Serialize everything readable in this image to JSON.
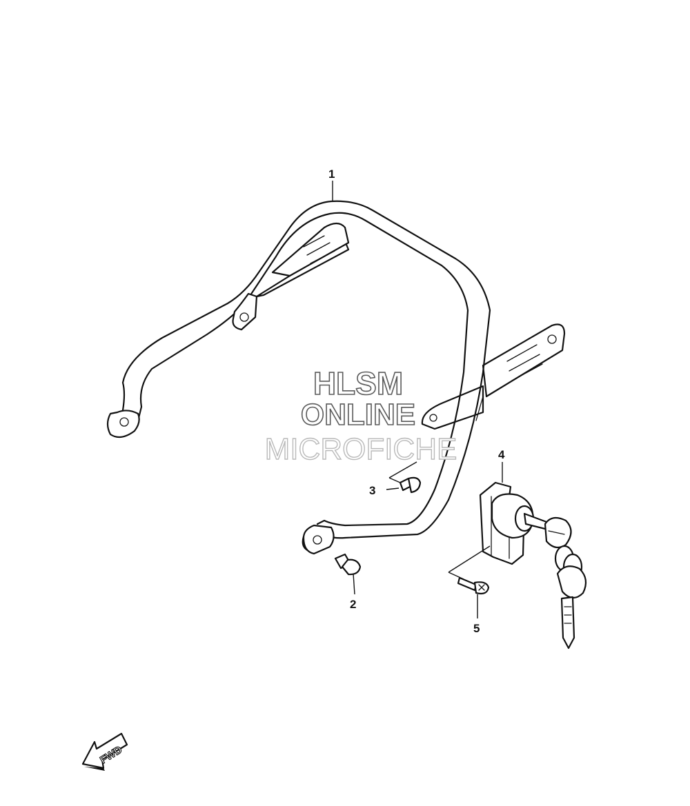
{
  "diagram": {
    "parts": [
      {
        "number": "1",
        "name": "grab-rail"
      },
      {
        "number": "2",
        "name": "bolt"
      },
      {
        "number": "3",
        "name": "bolt"
      },
      {
        "number": "4",
        "name": "helmet-lock-set"
      },
      {
        "number": "5",
        "name": "screw"
      }
    ],
    "watermark": {
      "line1": "HLSM",
      "line2": "ONLINE",
      "line3": "MICROFICHE"
    },
    "fwd_label": "FWD"
  }
}
